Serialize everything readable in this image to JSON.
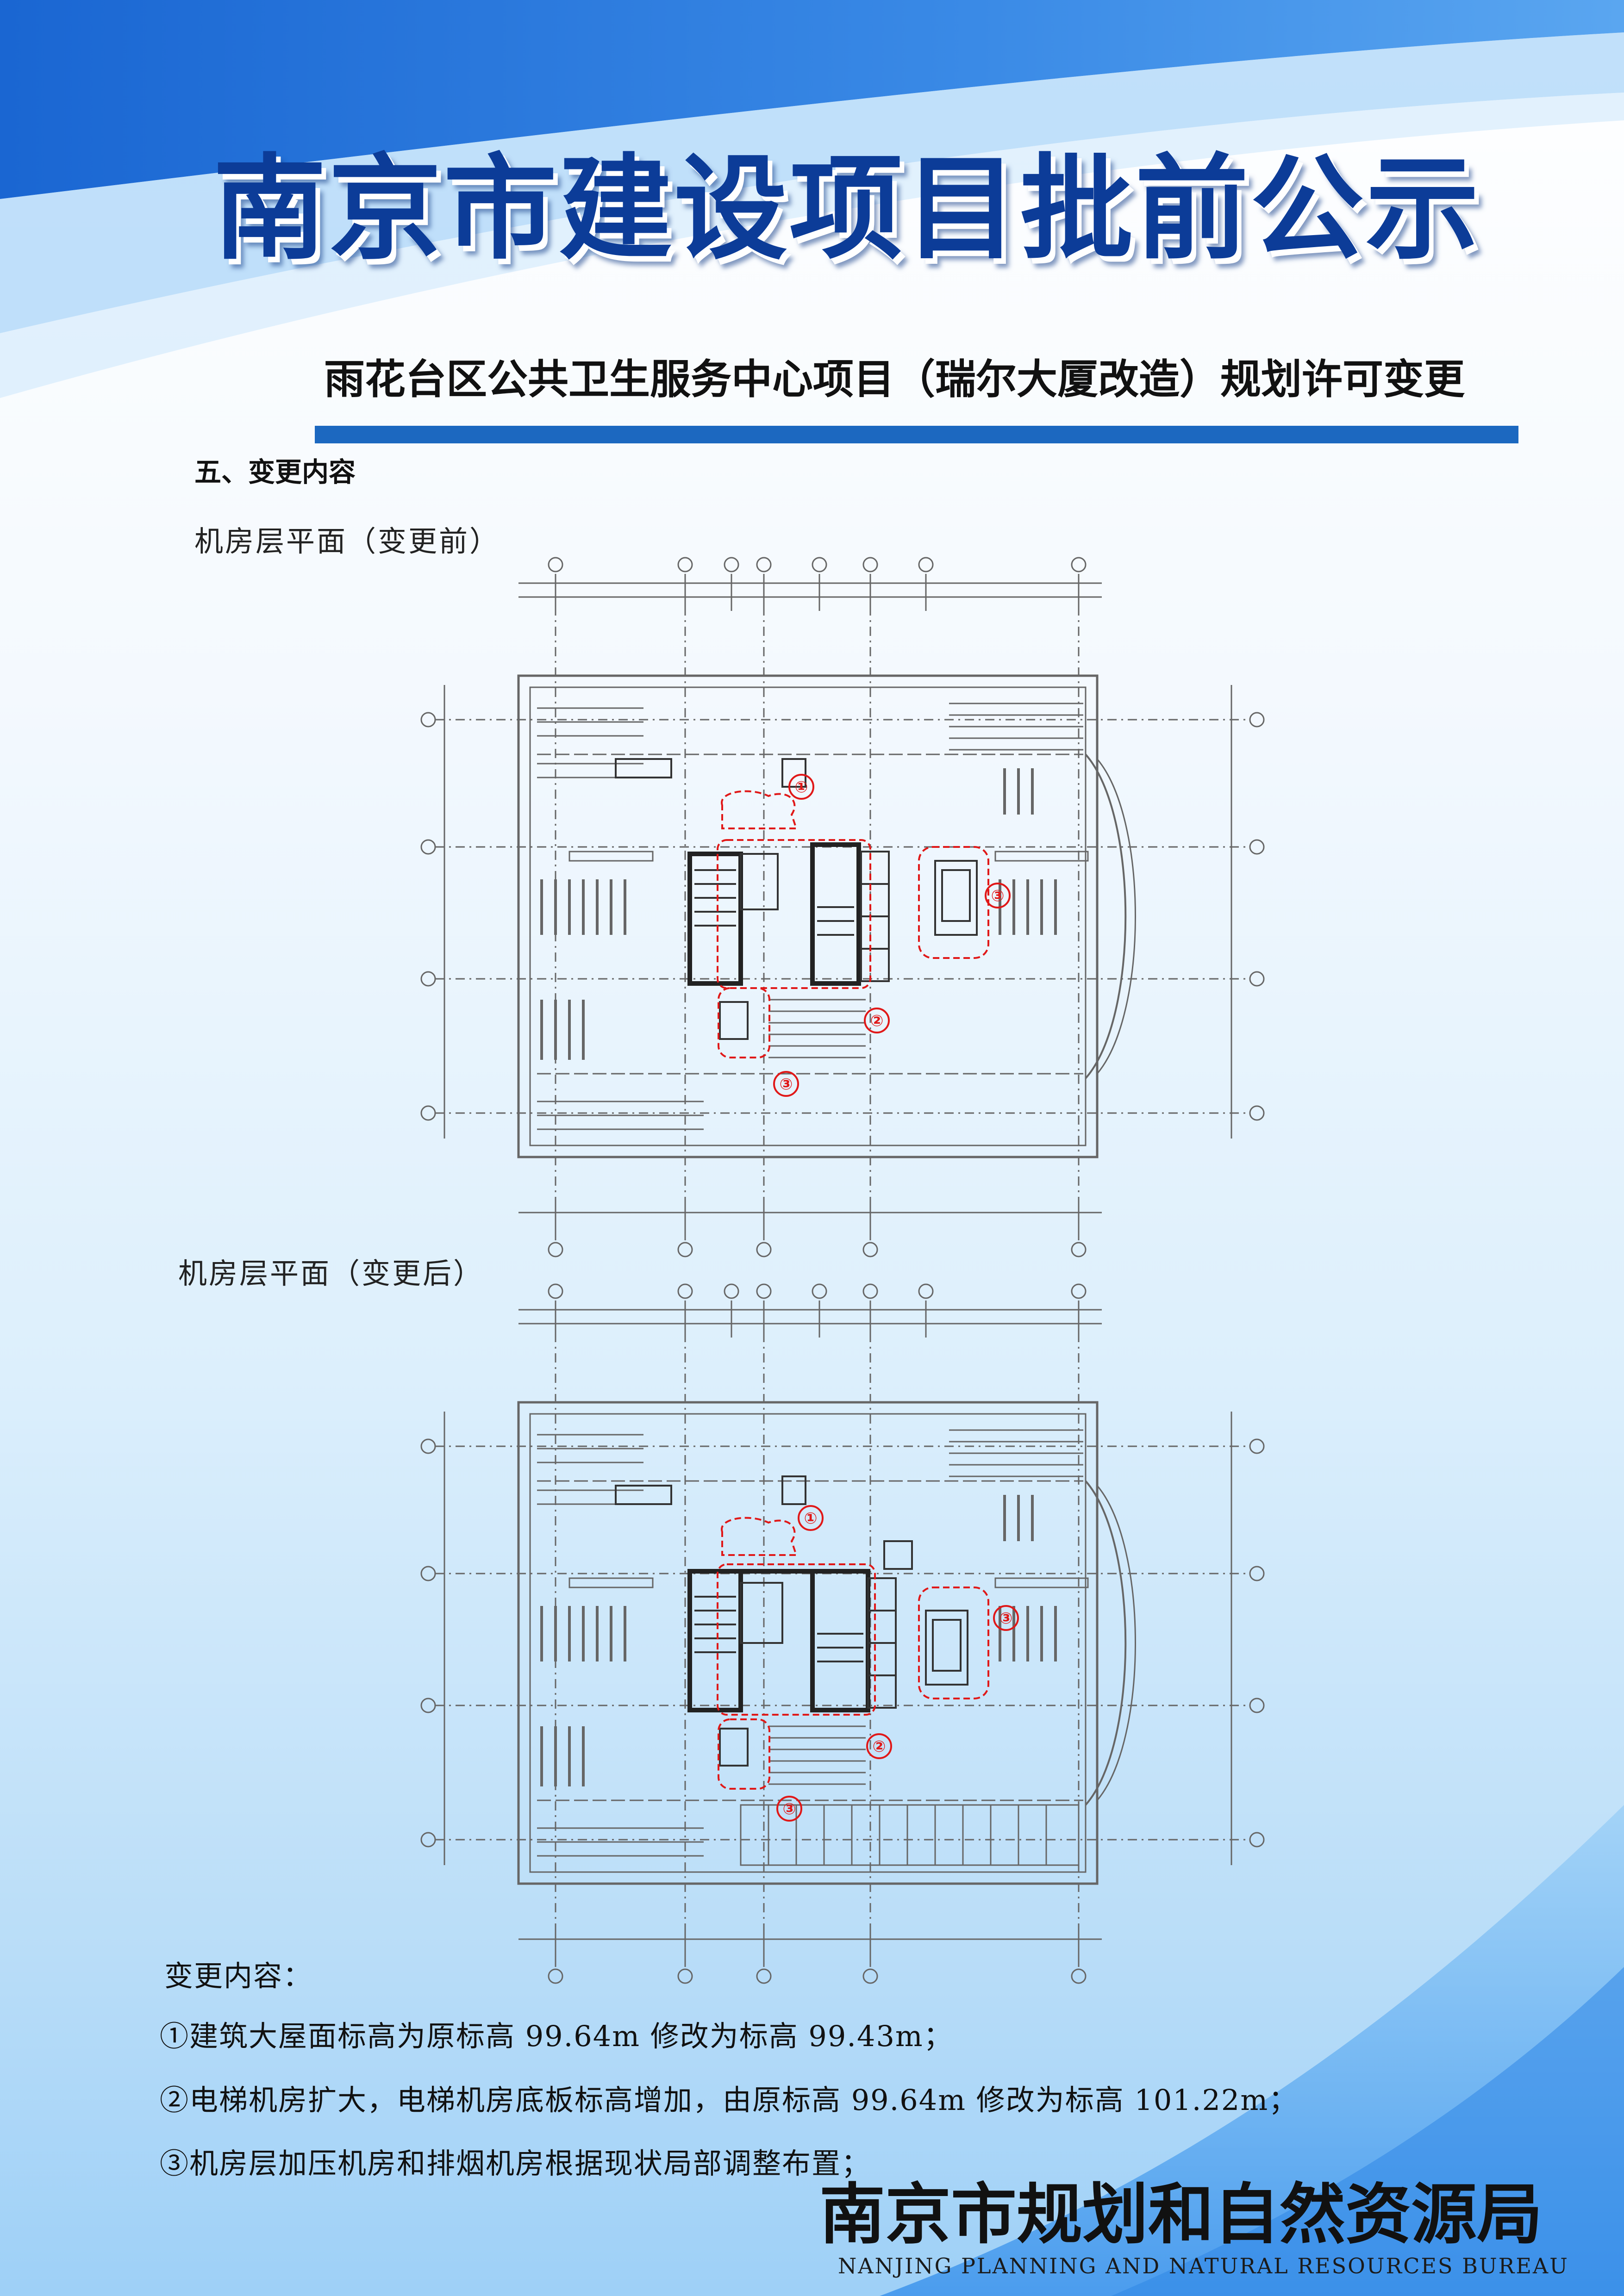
{
  "header": {
    "title": "南京市建设项目批前公示",
    "subtitle": "雨花台区公共卫生服务中心项目（瑞尔大厦改造）规划许可变更"
  },
  "section": {
    "heading": "五、变更内容"
  },
  "plans": [
    {
      "label": "机房层平面（变更前）"
    },
    {
      "label": "机房层平面（变更后）"
    }
  ],
  "markers": [
    "①",
    "②",
    "③"
  ],
  "changes": {
    "heading": "变更内容：",
    "items": [
      "①建筑大屋面标高为原标高 99.64m 修改为标高 99.43m；",
      "②电梯机房扩大，电梯机房底板标高增加，由原标高 99.64m 修改为标高 101.22m；",
      "③机房层加压机房和排烟机房根据现状局部调整布置；"
    ]
  },
  "footer": {
    "bureau_cn": "南京市规划和自然资源局",
    "bureau_en": "NANJING PLANNING AND NATURAL RESOURCES BUREAU"
  },
  "colors": {
    "title": "#0c3c98",
    "accent_bar": "#1c68c0",
    "marker_red": "#e01818",
    "drawing_line": "#555555"
  }
}
